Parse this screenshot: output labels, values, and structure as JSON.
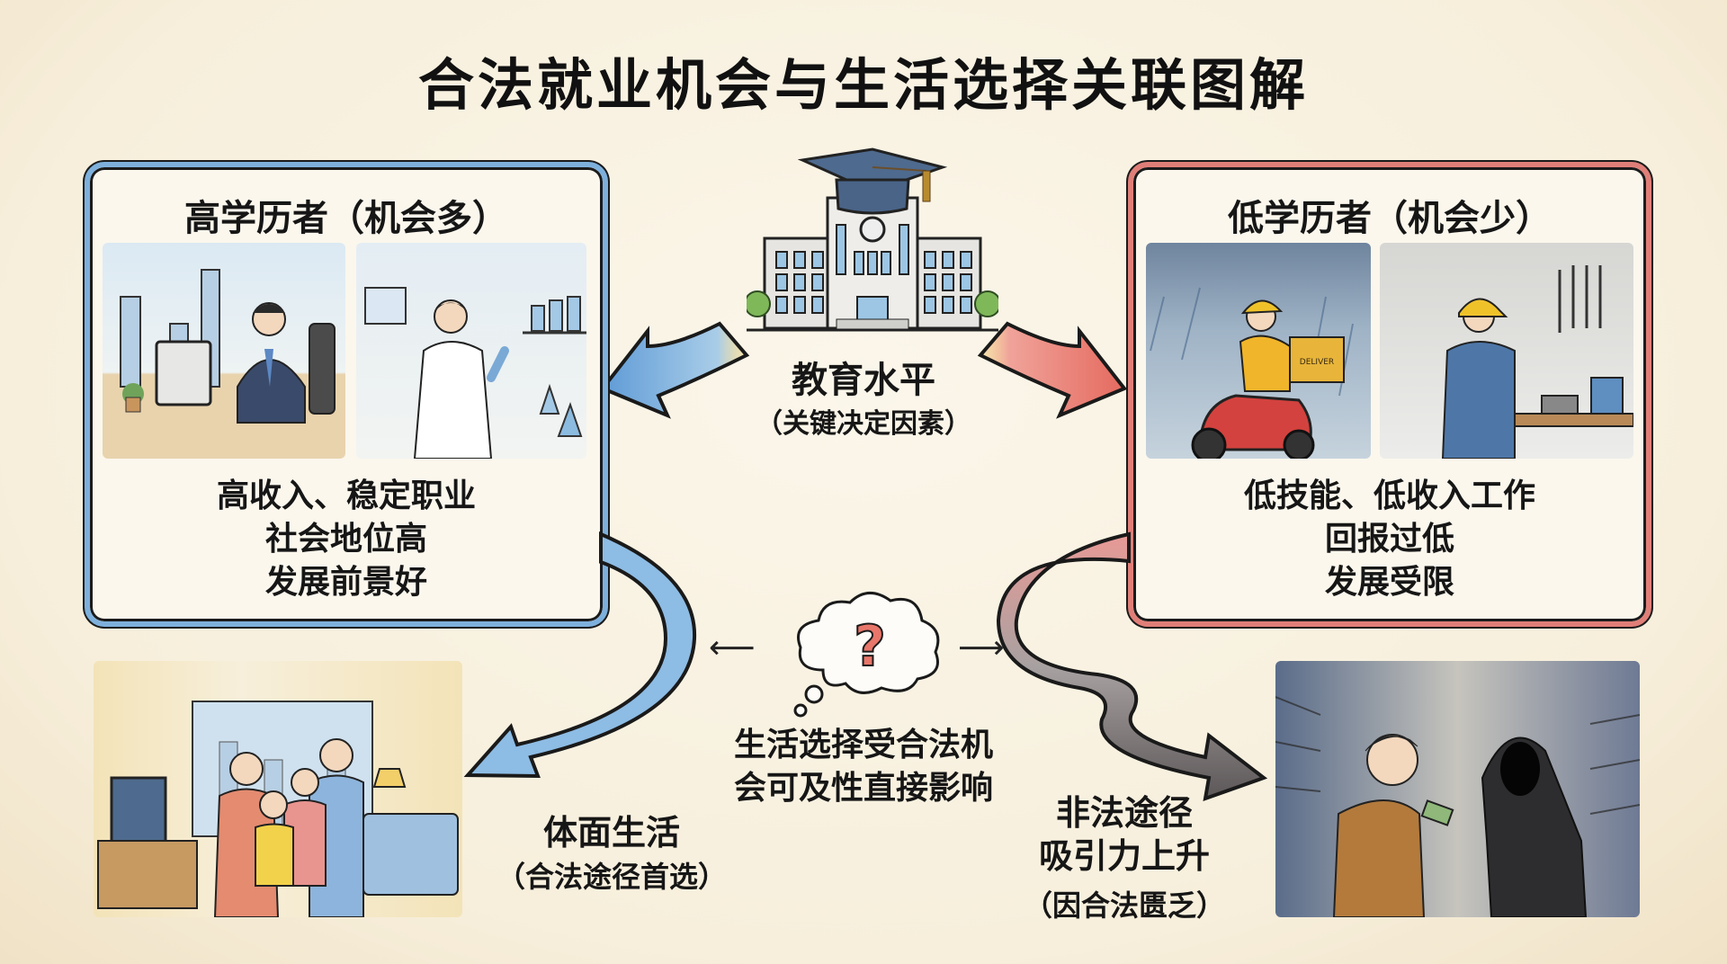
{
  "title": "合法就业机会与生活选择关联图解",
  "center": {
    "label": "教育水平",
    "sublabel": "（关键决定因素）",
    "icon": "university-building-with-graduation-cap"
  },
  "left_panel": {
    "title": "高学历者（机会多）",
    "lines": [
      "高收入、稳定职业",
      "社会地位高",
      "发展前景好"
    ],
    "scenes": [
      "office-worker-at-computer",
      "lab-scientist-with-test-tube"
    ],
    "accent": "#7eb0dc"
  },
  "right_panel": {
    "title": "低学历者（机会少）",
    "lines": [
      "低技能、低收入工作",
      "回报过低",
      "发展受限"
    ],
    "scenes": [
      "delivery-rider-in-rain",
      "factory-worker-at-workbench"
    ],
    "delivery_box_text": "DELIVER",
    "accent": "#e07e78"
  },
  "middle": {
    "icon": "question-thought-cloud",
    "question_mark": "?",
    "text_lines": [
      "生活选择受合法机",
      "会可及性直接影响"
    ]
  },
  "bottom_left": {
    "label": "体面生活",
    "sublabel": "（合法途径首选）",
    "scene": "family-in-living-room"
  },
  "bottom_right": {
    "label_lines": [
      "非法途径",
      "吸引力上升"
    ],
    "sublabel": "（因合法匮乏）",
    "scene": "hooded-figure-offering-money-in-alley"
  },
  "colors": {
    "background": "#f8f1e1",
    "blue": "#7eb0dc",
    "red": "#e07e78",
    "grey_arrow": "#6a6566",
    "question_mark": "#e8766a"
  }
}
